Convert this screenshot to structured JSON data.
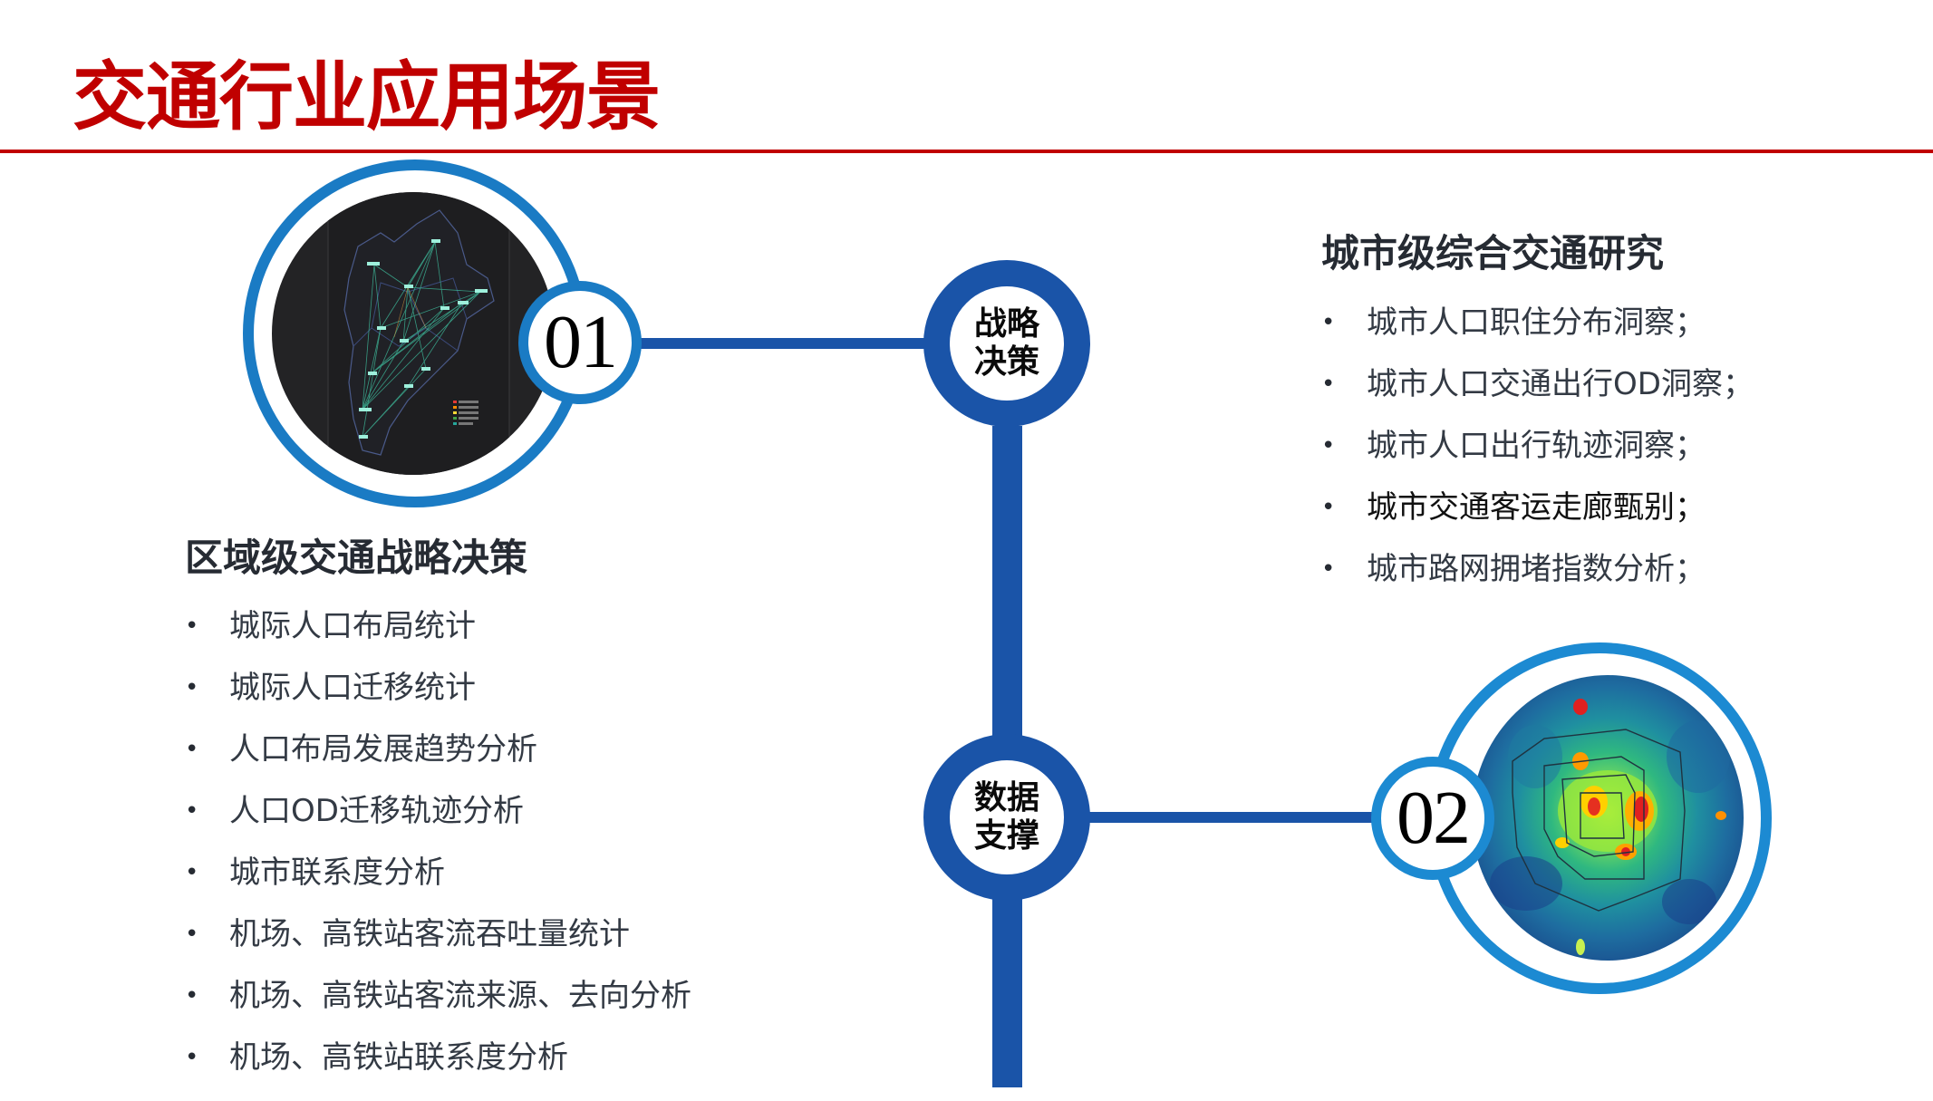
{
  "page": {
    "title": "交通行业应用场景",
    "title_color": "#c00000",
    "rule_color": "#c00000"
  },
  "colors": {
    "stem": "#1a54a8",
    "ring_01": "#1a7bc4",
    "ring_02": "#1c8ad2",
    "text_dark": "#262b33"
  },
  "hubs": {
    "strategy": {
      "line1": "战略",
      "line2": "决策"
    },
    "data": {
      "line1": "数据",
      "line2": "支撑"
    }
  },
  "scenes": [
    {
      "number": "01",
      "image_desc": "区域人口迁移OD网络图（深色底图）",
      "legend": [
        "#e53935",
        "#fb8c00",
        "#fdd835",
        "#43a047",
        "#26a69a"
      ]
    },
    {
      "number": "02",
      "image_desc": "城市人口热力图（环路叠加）"
    }
  ],
  "left_section": {
    "title": "区域级交通战略决策",
    "bullet": "•",
    "items": [
      "城际人口布局统计",
      "城际人口迁移统计",
      "人口布局发展趋势分析",
      "人口OD迁移轨迹分析",
      "城市联系度分析",
      "机场、高铁站客流吞吐量统计",
      "机场、高铁站客流来源、去向分析",
      "机场、高铁站联系度分析"
    ]
  },
  "right_section": {
    "title": "城市级综合交通研究",
    "bullet": "•",
    "items": [
      "城市人口职住分布洞察；",
      "城市人口交通出行OD洞察；",
      "城市人口出行轨迹洞察；",
      "城市交通客运走廊甄别；",
      "城市路网拥堵指数分析；"
    ]
  }
}
